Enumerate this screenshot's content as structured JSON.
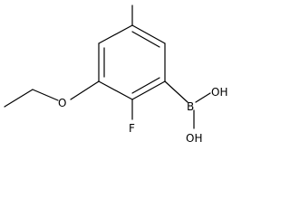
{
  "molecule": {
    "atoms": {
      "oxygen_ether": "O",
      "fluorine": "F",
      "boron": "B",
      "hydroxyl_upper": "OH",
      "hydroxyl_lower": "OH"
    }
  }
}
